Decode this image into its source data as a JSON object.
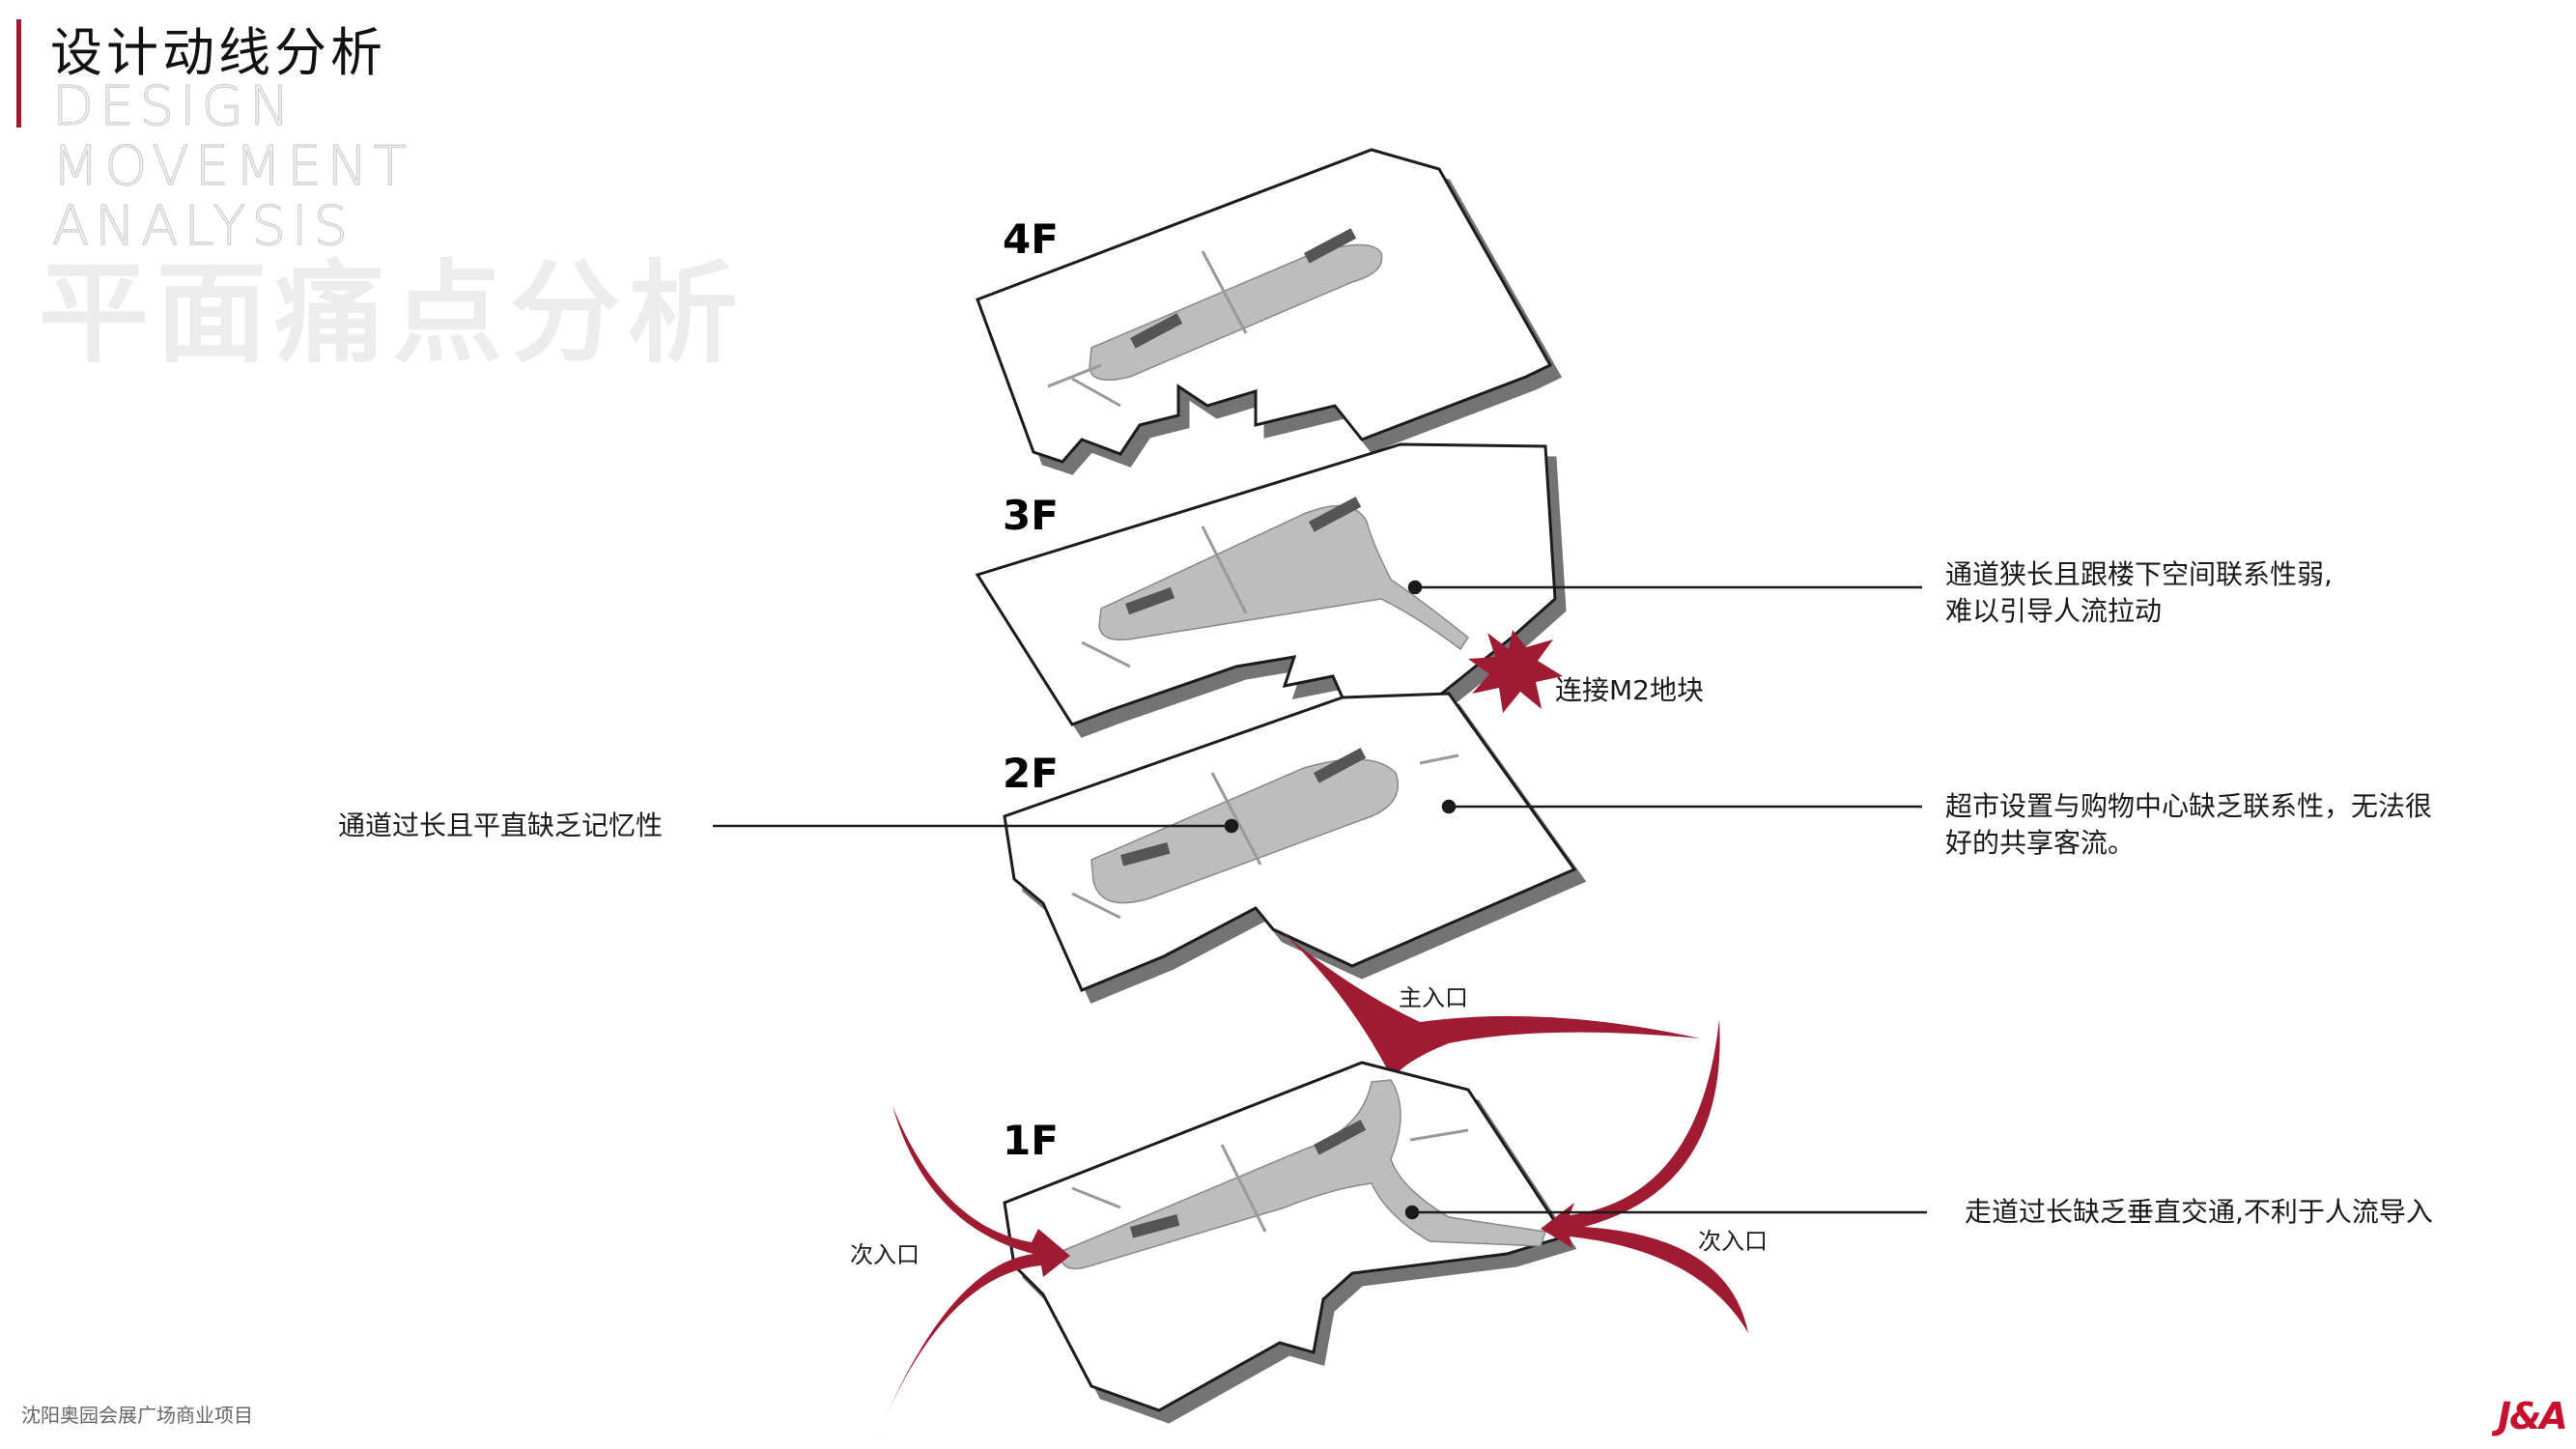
{
  "header": {
    "title_cn": "设计动线分析",
    "title_en_lines": [
      "DESIGN",
      "MOVEMENT",
      "ANALYSIS"
    ],
    "subtitle": "平面痛点分析"
  },
  "floors": [
    "4F",
    "3F",
    "2F",
    "1F"
  ],
  "annotations": {
    "third_floor_issue": [
      "通道狭长且跟楼下空间联系性弱,",
      "难以引导人流拉动"
    ],
    "m2_link": "连接M2地块",
    "second_floor_left": "通道过长且平直缺乏记忆性",
    "second_floor_right": [
      "超市设置与购物中心缺乏联系性，无法很",
      "好的共享客流。"
    ],
    "main_entrance": "主入口",
    "first_floor_issue": "走道过长缺乏垂直交通,不利于人流导入",
    "side_entrance_left": "次入口",
    "side_entrance_right": "次入口"
  },
  "footer": {
    "project": "沈阳奥园会展广场商业项目",
    "logo": "J&A"
  },
  "colors": {
    "accent": "#9e1b32",
    "flow": "#9e1b32",
    "corridor": "#bdbdbd"
  }
}
